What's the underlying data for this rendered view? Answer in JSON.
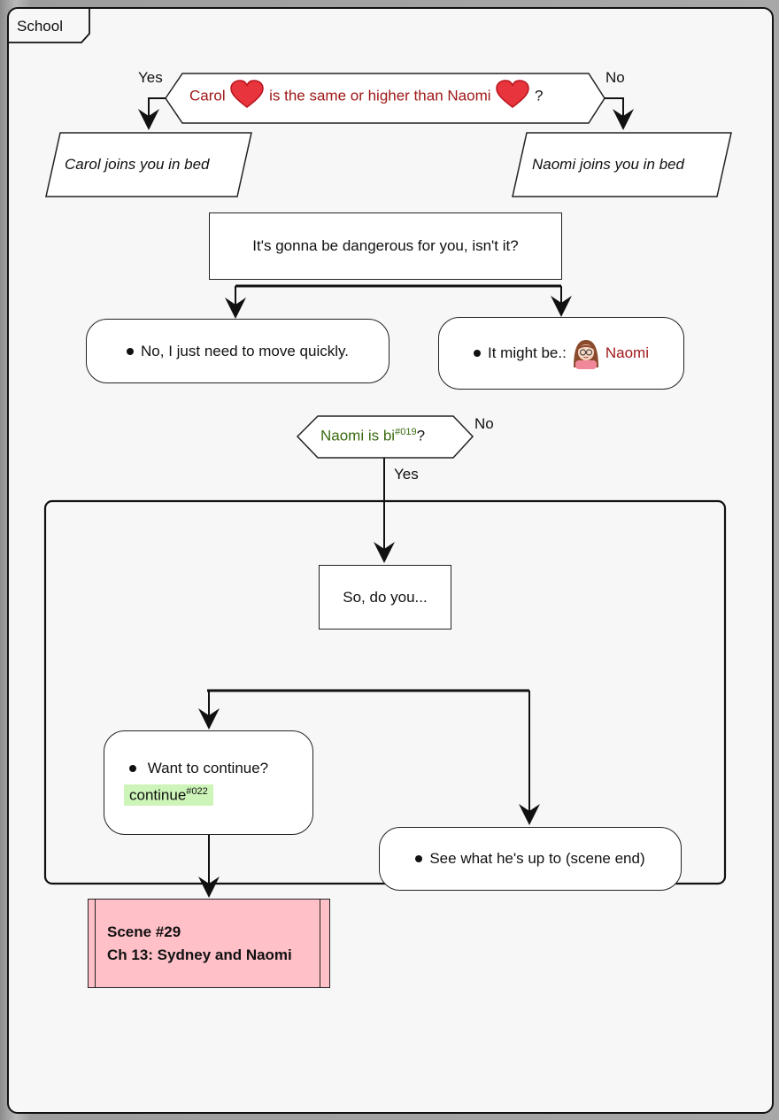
{
  "swimlane": {
    "title": "School"
  },
  "decision1": {
    "name_a": "Carol",
    "middle": "is the same or higher than",
    "name_b": "Naomi",
    "suffix": "?",
    "yes_label": "Yes",
    "no_label": "No",
    "heart_color": "#e8353d"
  },
  "outcomes": {
    "carol": "Carol joins you in bed",
    "naomi": "Naomi joins you in bed"
  },
  "question": "It's gonna be dangerous for you, isn't it?",
  "choice1": {
    "option_a": "No, I just need to move quickly.",
    "option_b_prefix": "It might be.:",
    "option_b_name": "Naomi"
  },
  "decision2": {
    "text": "Naomi is bi",
    "ref": "#019",
    "suffix": "?",
    "no_label": "No",
    "yes_label": "Yes"
  },
  "prompt": "So, do you...",
  "choice2": {
    "option_a": "Want to continue?",
    "option_a_tag": "continue",
    "option_a_tag_ref": "#022",
    "option_b": "See what he's up to (scene end)"
  },
  "scene": {
    "line1": "Scene #29",
    "line2": "Ch 13: Sydney and Naomi"
  },
  "colors": {
    "condition_red": "#a01818",
    "condition_green": "#3a6b10",
    "tag_bg": "#cdf5b9",
    "scene_bg": "#ffc0c8"
  }
}
